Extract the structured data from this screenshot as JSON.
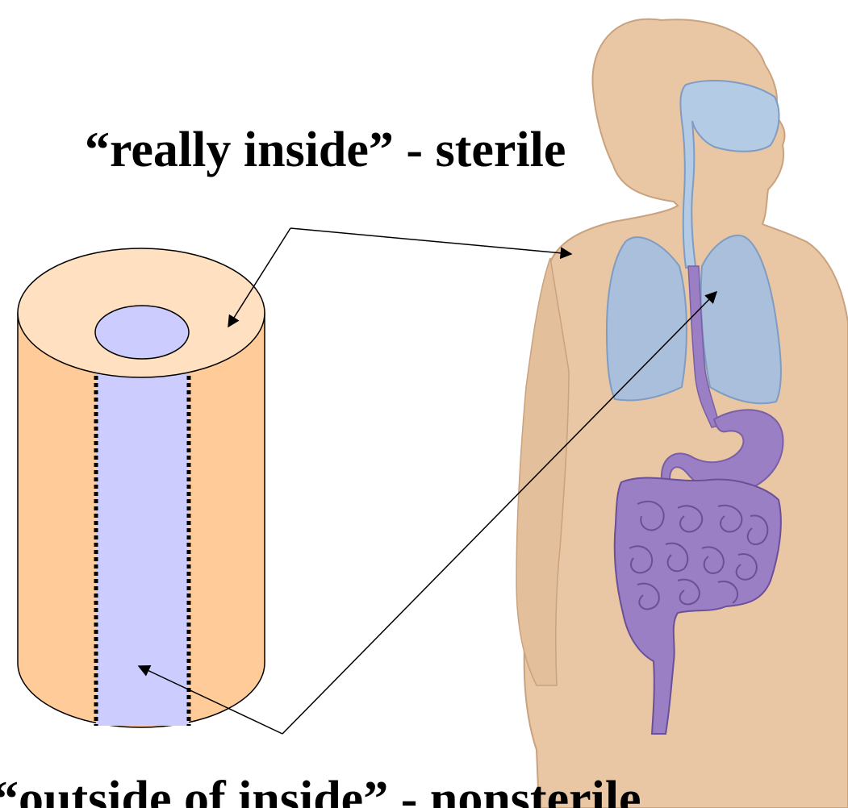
{
  "labels": {
    "really_inside": "“really inside” - sterile",
    "outside_of_inside": "“outside of inside” - nonsterile"
  },
  "colors": {
    "cylinder_body": "#ffcc99",
    "cylinder_top": "#ffe0c0",
    "lumen": "#ccccff",
    "skin": "#e9c6a4",
    "skin_outline": "#c9a27e",
    "lungs": "#a9bfdc",
    "airway": "#b4cbe6",
    "digestive": "#9a7fc4",
    "arrow": "#000000"
  },
  "icons": {
    "tube_model": "cylinder-with-lumen",
    "body_figure": "human-torso-with-organs"
  }
}
